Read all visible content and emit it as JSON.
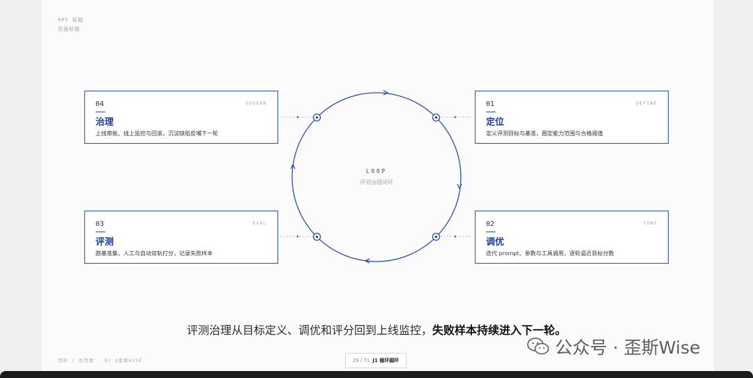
{
  "header": {
    "line1": "PPT 标题",
    "line2": "页面标题"
  },
  "center": {
    "label": "LOOP",
    "sub": "评测治理闭环"
  },
  "cards": [
    {
      "num": "04",
      "tag": "GOVERN",
      "title": "治理",
      "desc": "上线审批、线上监控与回滚，沉淀缺陷反哺下一轮"
    },
    {
      "num": "01",
      "tag": "DEFINE",
      "title": "定位",
      "desc": "定义评测目标与基准，圈定能力范围与合格阈值"
    },
    {
      "num": "03",
      "tag": "EVAL",
      "title": "评测",
      "desc": "跑基准集，人工与自动双轨打分，记录失败样本"
    },
    {
      "num": "02",
      "tag": "TUNE",
      "title": "调优",
      "desc": "迭代 prompt、参数与工具调用，逐轮逼近目标分数"
    }
  ],
  "caption": {
    "normal": "评测治理从目标定义、调优和评分回到上线监控，",
    "bold": "失败样本持续进入下一轮。"
  },
  "footer": {
    "left": "页码 / 总页数 · BY @歪斯WISE"
  },
  "pager": {
    "page": "29 / 71",
    "section": "J1 循环圆环"
  },
  "watermark": {
    "text": "公众号 · 歪斯Wise"
  },
  "colors": {
    "accent": "#2c4bb0",
    "background": "#fbfbfc"
  }
}
